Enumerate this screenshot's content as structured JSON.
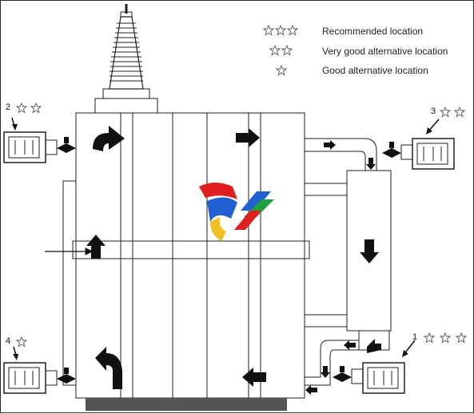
{
  "legend": [
    {
      "stars": 3,
      "label": "Recommended location"
    },
    {
      "stars": 2,
      "label": "Very good alternative location"
    },
    {
      "stars": 1,
      "label": "Good alternative location"
    }
  ],
  "locations": [
    {
      "number": "1",
      "stars": 3
    },
    {
      "number": "2",
      "stars": 2
    },
    {
      "number": "3",
      "stars": 2
    },
    {
      "number": "4",
      "stars": 1
    }
  ],
  "colors": {
    "line": "#222222",
    "arrow": "#111111",
    "base": "#555555",
    "logo_red": "#e02020",
    "logo_blue": "#2060d0",
    "logo_green": "#20a040",
    "logo_yellow": "#f0c020"
  },
  "icons": {
    "rating": "star-outline-icon",
    "flow": "flow-arrow-icon",
    "monitor": "monitor-unit-icon",
    "valve": "valve-icon",
    "logo": "ribbon-logo"
  }
}
